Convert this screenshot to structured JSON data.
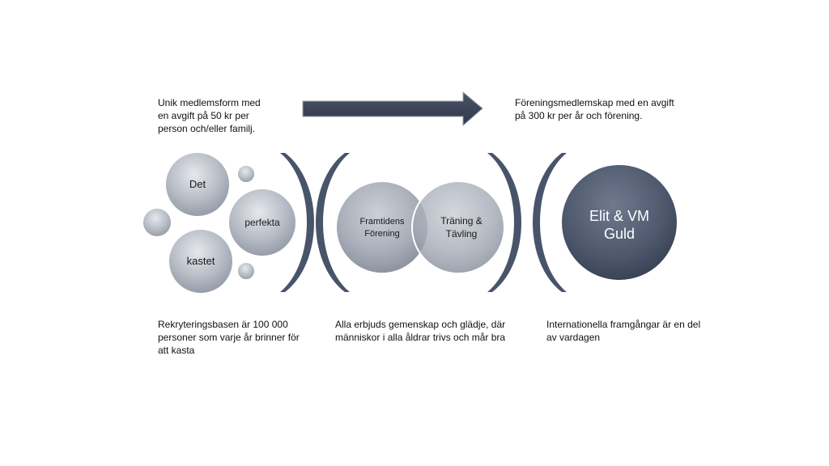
{
  "texts": {
    "top_left": "Unik medlemsform med\nen avgift på 50 kr per\nperson och/eller familj.",
    "top_right": "Föreningsmedlemskap med en avgift\npå 300 kr per år och förening.",
    "bottom_left": "Rekryteringsbasen är 100 000\npersoner som varje år brinner för\natt kasta",
    "bottom_middle": "Alla erbjuds gemenskap och glädje, där\nmänniskor i alla åldrar trivs och mår bra",
    "bottom_right": "Internationella framgångar är en del\nav vardagen"
  },
  "circles": {
    "det": "Det",
    "perfekta": "perfekta",
    "kastet": "kastet",
    "framtidens": "Framtidens\nFörening",
    "traning": "Träning &\nTävling",
    "elit": "Elit & VM\nGuld"
  },
  "colors": {
    "arrow": "#3c4658",
    "bracket": "#48546a",
    "light_circle": "#b4b9c3",
    "mid_circle": "#a2a8b3",
    "dark_circle": "#4e5a70"
  }
}
